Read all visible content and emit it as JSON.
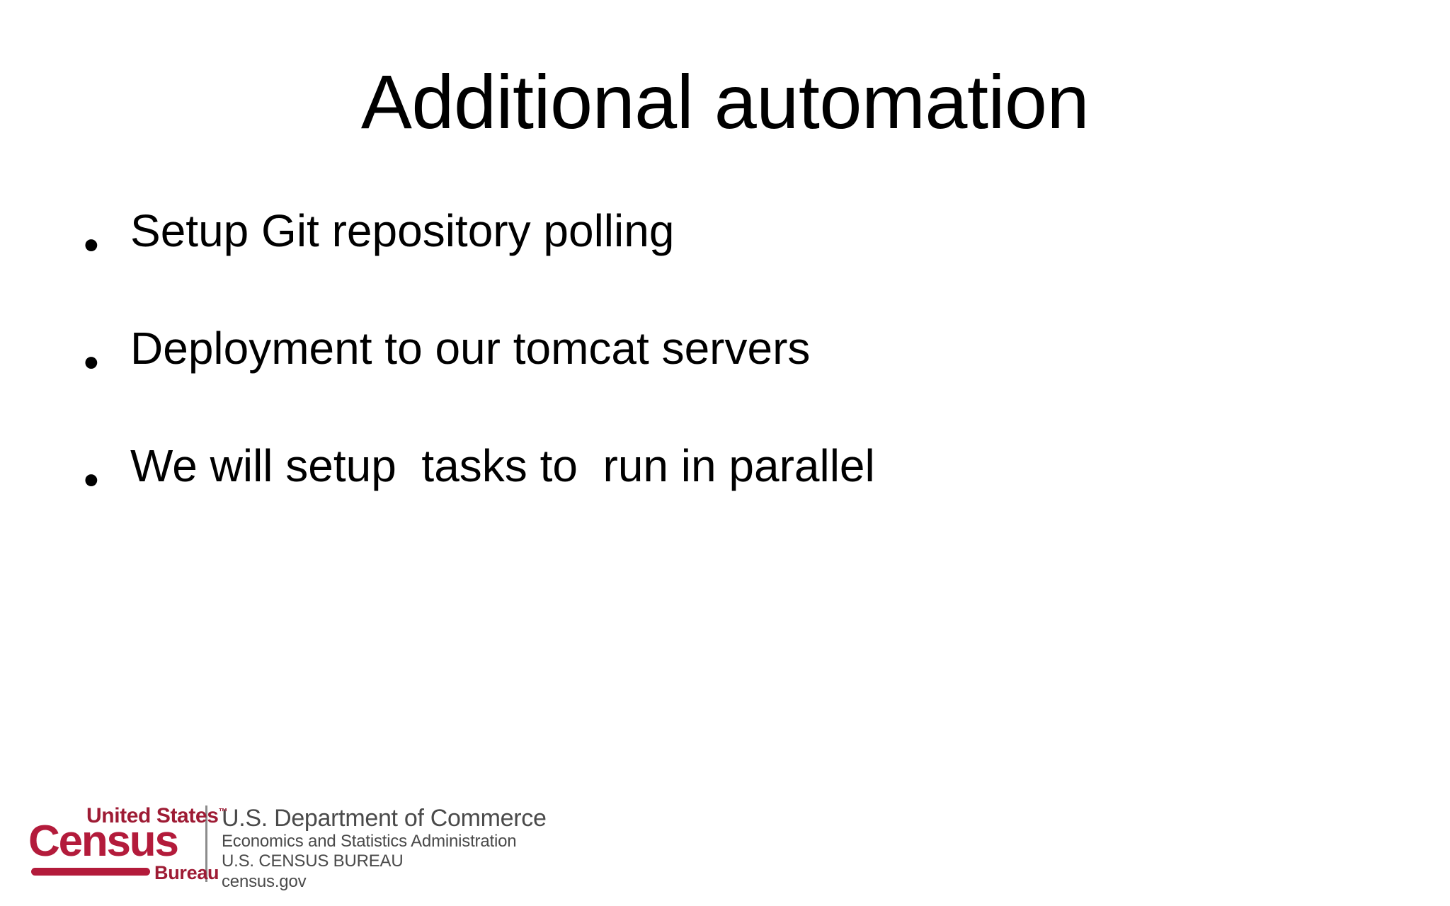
{
  "slide": {
    "title": "Additional automation",
    "background_color": "#ffffff",
    "text_color": "#000000",
    "bullet_marker": "•",
    "bullets": [
      {
        "text": "Setup Git repository polling"
      },
      {
        "text": "Deployment to our tomcat servers"
      },
      {
        "text": "We will setup  tasks to  run in parallel"
      }
    ]
  },
  "logo": {
    "mark": {
      "united_states": "United States",
      "trademark": "™",
      "census": "Census",
      "bureau": "Bureau",
      "color_primary": "#b31b3b",
      "color_secondary": "#9e1b34"
    },
    "agency": {
      "line1": "U.S. Department of Commerce",
      "line2": "Economics and Statistics Administration",
      "line3": "U.S. CENSUS BUREAU",
      "line4": "census.gov",
      "color": "#4a4a4a"
    }
  }
}
